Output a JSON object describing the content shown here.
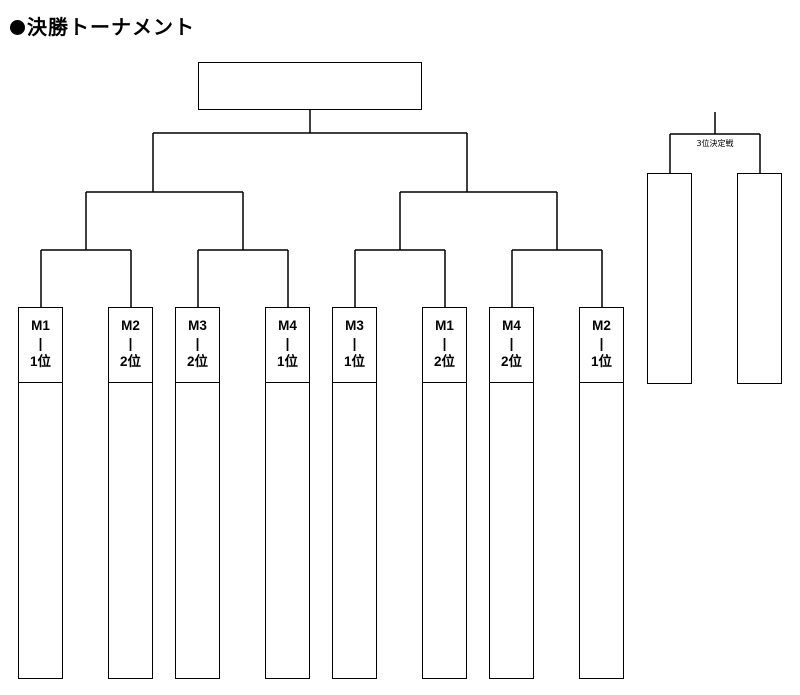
{
  "title": "決勝トーナメント",
  "bracket": {
    "slots": [
      {
        "match": "M1",
        "sep": "|",
        "rank": "1位"
      },
      {
        "match": "M2",
        "sep": "|",
        "rank": "2位"
      },
      {
        "match": "M3",
        "sep": "|",
        "rank": "2位"
      },
      {
        "match": "M4",
        "sep": "|",
        "rank": "1位"
      },
      {
        "match": "M3",
        "sep": "|",
        "rank": "1位"
      },
      {
        "match": "M1",
        "sep": "|",
        "rank": "2位"
      },
      {
        "match": "M4",
        "sep": "|",
        "rank": "2位"
      },
      {
        "match": "M2",
        "sep": "|",
        "rank": "1位"
      }
    ]
  },
  "third_place": {
    "label": "3位決定戦"
  }
}
